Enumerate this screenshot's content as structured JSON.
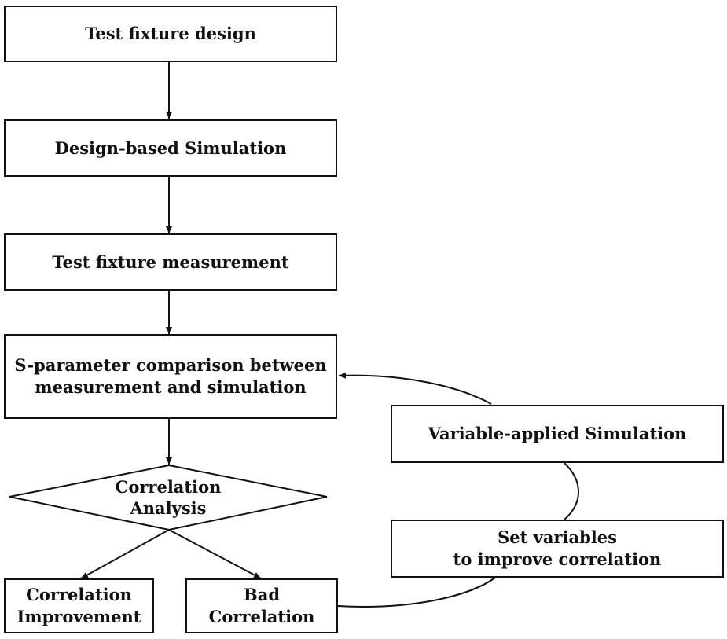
{
  "flowchart": {
    "step1": "Test fixture design",
    "step2": "Design-based Simulation",
    "step3": "Test fixture measurement",
    "step4": {
      "line1": "S-parameter comparison between",
      "line2": "measurement and simulation"
    },
    "decision": {
      "line1": "Correlation",
      "line2": "Analysis"
    },
    "outcome_good": {
      "line1": "Correlation",
      "line2": "Improvement"
    },
    "outcome_bad": {
      "line1": "Bad",
      "line2": "Correlation"
    },
    "set_variables": {
      "line1": "Set variables",
      "line2": "to improve correlation"
    },
    "variable_sim": "Variable-applied Simulation"
  },
  "colors": {
    "stroke": "#111111",
    "background": "#ffffff"
  }
}
